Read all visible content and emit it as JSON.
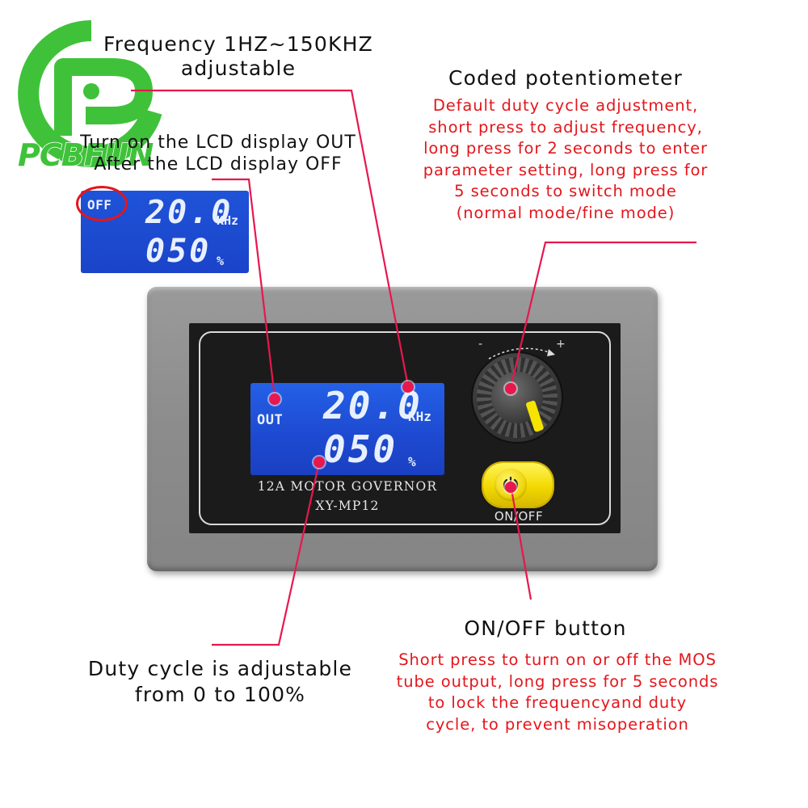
{
  "logo": {
    "text": "PCBFUN"
  },
  "annotations": {
    "frequency": {
      "line1": "Frequency 1HZ~150KHZ",
      "line2": "adjustable"
    },
    "lcd_toggle": {
      "line1": "Turn on the LCD display OUT",
      "line2": "After the LCD display OFF"
    },
    "potentiometer": {
      "title": "Coded potentiometer",
      "lines": [
        "Default duty cycle adjustment,",
        "short press to adjust frequency,",
        "long press for 2 seconds to enter",
        "parameter setting, long press for",
        "5 seconds to switch mode",
        "(normal mode/fine mode)"
      ]
    },
    "onoff_button": {
      "title": "ON/OFF button",
      "lines": [
        "Short press to turn on or off the MOS",
        "tube output, long press for 5 seconds",
        "to lock the frequencyand duty",
        "cycle, to prevent misoperation"
      ]
    },
    "duty": {
      "line1": "Duty cycle is adjustable",
      "line2": "from 0 to 100%"
    }
  },
  "small_display": {
    "state": "OFF",
    "frequency": "20.0",
    "frequency_unit": "KHz",
    "duty": "050",
    "duty_unit": "%"
  },
  "main_display": {
    "state": "OUT",
    "frequency": "20.0",
    "frequency_unit": "KHz",
    "duty": "050",
    "duty_unit": "%"
  },
  "device": {
    "model_line1": "12A MOTOR GOVERNOR",
    "model_line2": "XY-MP12",
    "button_label": "ON/OFF",
    "knob_minus": "-",
    "knob_plus": "+"
  },
  "colors": {
    "annotation_red": "#e4161c",
    "logo_green": "#3fc23a",
    "lcd_blue": "#1f53d8",
    "button_yellow": "#f2d900",
    "leader_line": "#e8174d"
  }
}
